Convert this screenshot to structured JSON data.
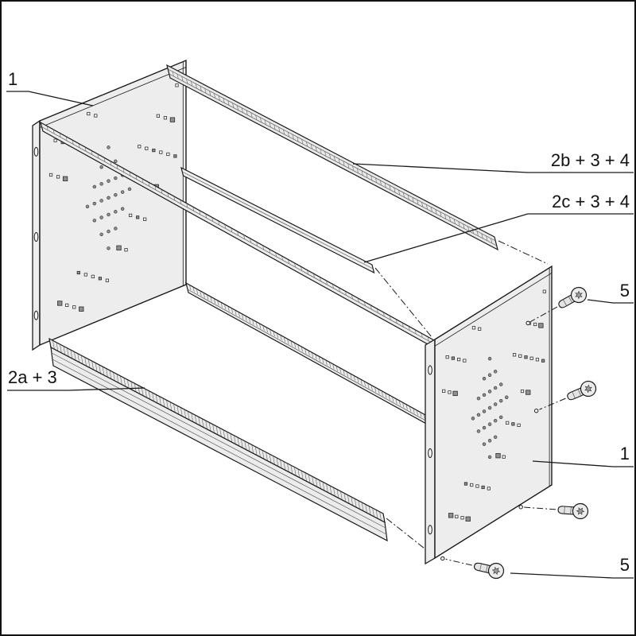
{
  "figure": {
    "background": "#ffffff",
    "ink": "#1a1a1a",
    "panel_fill": "#ededed",
    "labels": {
      "left_panel": "1",
      "right_panel": "1",
      "rail_top_rear": "2b + 3 + 4",
      "rail_center": "2c + 3 + 4",
      "rail_front_bottom": "2a + 3",
      "screw_upper": "5",
      "screw_lower": "5"
    }
  }
}
